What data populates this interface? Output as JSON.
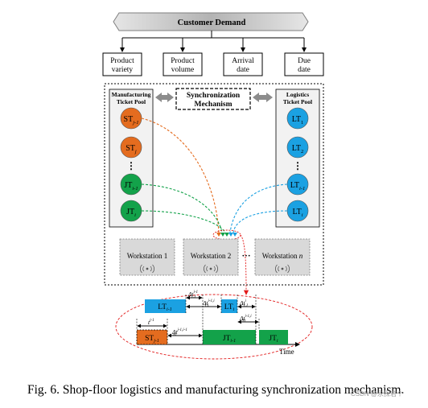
{
  "header": {
    "customer_demand": "Customer Demand",
    "factors": [
      {
        "line1": "Product",
        "line2": "variety"
      },
      {
        "line1": "Product",
        "line2": "volume"
      },
      {
        "line1": "Arrival",
        "line2": "date"
      },
      {
        "line1": "Due",
        "line2": "date"
      }
    ]
  },
  "pools": {
    "manufacturing_title_1": "Manufacturing",
    "manufacturing_title_2": "Ticket Pool",
    "logistics_title_1": "Logistics",
    "logistics_title_2": "Ticket Pool",
    "sync_title_1": "Synchronization",
    "sync_title_2": "Mechanism",
    "manufacturing_tickets": [
      {
        "base": "ST",
        "sub": "j-1"
      },
      {
        "base": "ST",
        "sub": "j"
      },
      {
        "base": "JT",
        "sub": "i-1"
      },
      {
        "base": "JT",
        "sub": "i"
      }
    ],
    "logistics_tickets": [
      {
        "base": "LT",
        "sub": "1"
      },
      {
        "base": "LT",
        "sub": "2"
      },
      {
        "base": "LT",
        "sub": "i-1"
      },
      {
        "base": "LT",
        "sub": "i"
      }
    ],
    "ellipsis": "⋮"
  },
  "workstations": [
    {
      "label": "Workstation 1"
    },
    {
      "label": "Workstation 2"
    },
    {
      "label": "Workstation ",
      "italic": "n"
    }
  ],
  "workstation_dots": "···",
  "timeline": {
    "bars": [
      {
        "base": "LT",
        "sub": "i-1"
      },
      {
        "base": "LT",
        "sub": "i"
      },
      {
        "base": "ST",
        "sub": "j-1"
      },
      {
        "base": "JT",
        "sub": "i-1"
      },
      {
        "base": "JT",
        "sub": "i"
      }
    ],
    "annotations": [
      {
        "base": "Δt",
        "sup": "i-1",
        "sub": "LJ"
      },
      {
        "base": "Δt",
        "sup": "i-1,i",
        "sub": "LL"
      },
      {
        "base": "Δt",
        "sup": "i",
        "sub": "LJ"
      },
      {
        "base": "t",
        "sup": "j-1",
        "sub": ""
      },
      {
        "base": "Δt",
        "sup": "j-1,i-1",
        "sub": "SJ"
      },
      {
        "base": "Δt",
        "sup": "i-1,i",
        "sub": "JJ"
      }
    ],
    "axis_label": "Time"
  },
  "caption": "Fig. 6.    Shop-floor logistics and manufacturing synchronization mechanism.",
  "watermark": "CSDN @永探若个",
  "colors": {
    "orange": "#E46C1F",
    "green": "#13A24A",
    "blue": "#1BA1E2",
    "workstation_fill": "#D9D9D9",
    "pool_fill": "#F2F2F2",
    "red_dash": "#E21A1A"
  }
}
